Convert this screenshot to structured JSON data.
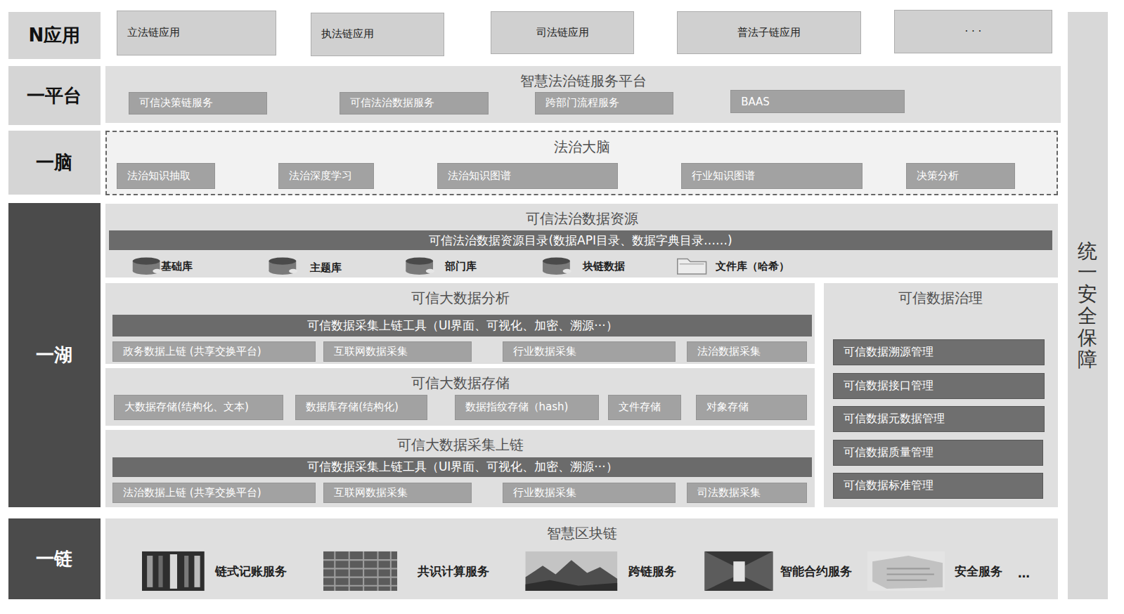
{
  "diagram": {
    "nodes": [
      {
        "text": [
          "N应用"
        ]
      },
      {
        "text": [
          "立法链应用"
        ]
      },
      {
        "text": [
          "执法链应用"
        ]
      },
      {
        "text": [
          "司法链应用"
        ]
      },
      {
        "text": [
          "普法子链应用"
        ]
      },
      {
        "text": [
          "· · ·"
        ]
      },
      {
        "text": [
          "一平台"
        ]
      },
      {
        "text": [
          "智慧法治链服务平台"
        ]
      },
      {
        "text": [
          "可信决策链服务"
        ],
        "in": 7
      },
      {
        "text": [
          "可信法治数据服务"
        ],
        "in": 7
      },
      {
        "text": [
          "跨部门流程服务"
        ],
        "in": 7
      },
      {
        "text": [
          "BAAS"
        ],
        "in": 7
      },
      {
        "text": [
          "一脑"
        ]
      },
      {
        "text": [
          "法治大脑"
        ]
      },
      {
        "text": [
          "法治知识抽取"
        ],
        "in": 13
      },
      {
        "text": [
          "法治深度学习"
        ],
        "in": 13
      },
      {
        "text": [
          "法治知识图谱"
        ],
        "in": 13
      },
      {
        "text": [
          "行业知识图谱"
        ],
        "in": 13
      },
      {
        "text": [
          "决策分析"
        ],
        "in": 13
      },
      {
        "text": [
          "一湖"
        ]
      },
      {
        "text": [
          "可信法治数据资源"
        ]
      },
      {
        "text": [
          "可信法治数据资源目录(数据API目录、数据字典目录……)"
        ],
        "in": 20
      },
      {
        "text": [
          "可信大数据分析"
        ]
      },
      {
        "text": [
          "可信数据采集上链工具（UI界面、可视化、加密、溯源···）"
        ],
        "in": 22
      },
      {
        "text": [
          "政务数据上链 (共享交换平台)"
        ],
        "in": 22
      },
      {
        "text": [
          "互联网数据采集"
        ],
        "in": 22
      },
      {
        "text": [
          "行业数据采集"
        ],
        "in": 22
      },
      {
        "text": [
          "法治数据采集"
        ],
        "in": 22
      },
      {
        "text": [
          "可信大数据存储"
        ]
      },
      {
        "text": [
          "大数据存储(结构化、文本)"
        ],
        "in": 28
      },
      {
        "text": [
          "数据库存储(结构化)"
        ],
        "in": 28
      },
      {
        "text": [
          "数据指纹存储（hash)"
        ],
        "in": 28
      },
      {
        "text": [
          "文件存储"
        ],
        "in": 28
      },
      {
        "text": [
          "对象存储"
        ],
        "in": 28
      },
      {
        "text": [
          "可信大数据采集上链"
        ]
      },
      {
        "text": [
          "可信数据采集上链工具（UI界面、可视化、加密、溯源···）"
        ],
        "in": 34
      },
      {
        "text": [
          "法治数据上链 (共享交换平台)"
        ],
        "in": 34
      },
      {
        "text": [
          "互联网数据采集"
        ],
        "in": 34
      },
      {
        "text": [
          "行业数据采集"
        ],
        "in": 34
      },
      {
        "text": [
          "司法数据采集"
        ],
        "in": 34
      },
      {
        "text": [
          "可信数据治理"
        ]
      },
      {
        "text": [
          "可信数据溯源管理"
        ],
        "in": 40
      },
      {
        "text": [
          "可信数据接口管理"
        ],
        "in": 40
      },
      {
        "text": [
          "可信数据元数据管理"
        ],
        "in": 40
      },
      {
        "text": [
          "可信数据质量管理"
        ],
        "in": 40
      },
      {
        "text": [
          "可信数据标准管理"
        ],
        "in": 40
      },
      {
        "text": [
          "一链"
        ]
      },
      {
        "text": [
          "智慧区块链"
        ]
      },
      {
        "text": [
          "统一安全保障"
        ]
      }
    ],
    "labels": [
      "基础库",
      "主题库",
      "部门库",
      "块链数据",
      "文件库（哈希）",
      "链式记账服务",
      "共识计算服务",
      "跨链服务",
      "智能合约服务",
      "安全服务",
      "…"
    ]
  }
}
